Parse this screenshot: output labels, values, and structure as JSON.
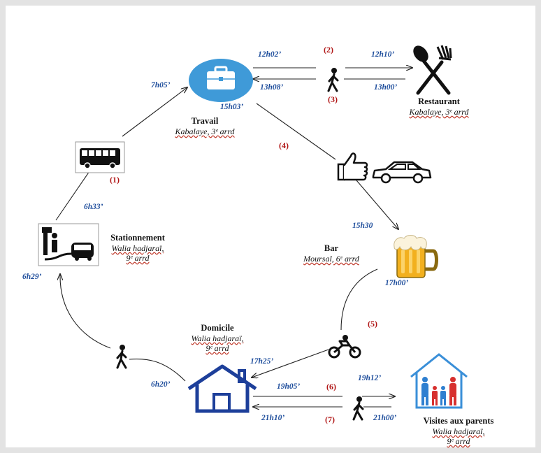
{
  "places": {
    "travail": {
      "name": "Travail",
      "address": "Kabalaye, 3ᵉ arrd"
    },
    "restaurant": {
      "name": "Restaurant",
      "address": "Kabalaye, 3ᵉ arrd"
    },
    "stationnement": {
      "name": "Stationnement",
      "address_line1": "Walia hadjaraï,",
      "address_line2": "9ᵉ arrd"
    },
    "bar": {
      "name": "Bar",
      "address": "Moursal, 6ᵉ arrd"
    },
    "domicile": {
      "name": "Domicile",
      "address_line1": "Walia hadjaraï,",
      "address_line2": "9ᵉ arrd"
    },
    "visites": {
      "name": "Visites aux parents",
      "address_line1": "Walia hadjaraï,",
      "address_line2": "9ᵉ arrd"
    }
  },
  "times": {
    "t0705": "7h05’",
    "t1202": "12h02’",
    "t1210": "12h10’",
    "t1308": "13h08’",
    "t1300": "13h00’",
    "t1503": "15h03’",
    "t0633": "6h33’",
    "t1530": "15h30",
    "t0629": "6h29’",
    "t1700": "17h00’",
    "t1725": "17h25’",
    "t1912": "19h12’",
    "t0620": "6h20’",
    "t1905": "19h05’",
    "t2110": "21h10’",
    "t2100": "21h00’"
  },
  "steps": {
    "s1": "(1)",
    "s2": "(2)",
    "s3": "(3)",
    "s4": "(4)",
    "s5": "(5)",
    "s6": "(6)",
    "s7": "(7)"
  },
  "icons": [
    "briefcase-icon",
    "fork-spoon-icon",
    "pedestrian-icon",
    "bus-icon",
    "bus-stop-parking-icon",
    "thumbs-up-icon",
    "car-icon",
    "beer-mug-icon",
    "motorbike-icon",
    "house-icon",
    "family-house-icon"
  ],
  "colors": {
    "time": "#1f4e9c",
    "step": "#b01515",
    "house": "#1d3f9a",
    "briefcase": "#3f9ad8"
  }
}
